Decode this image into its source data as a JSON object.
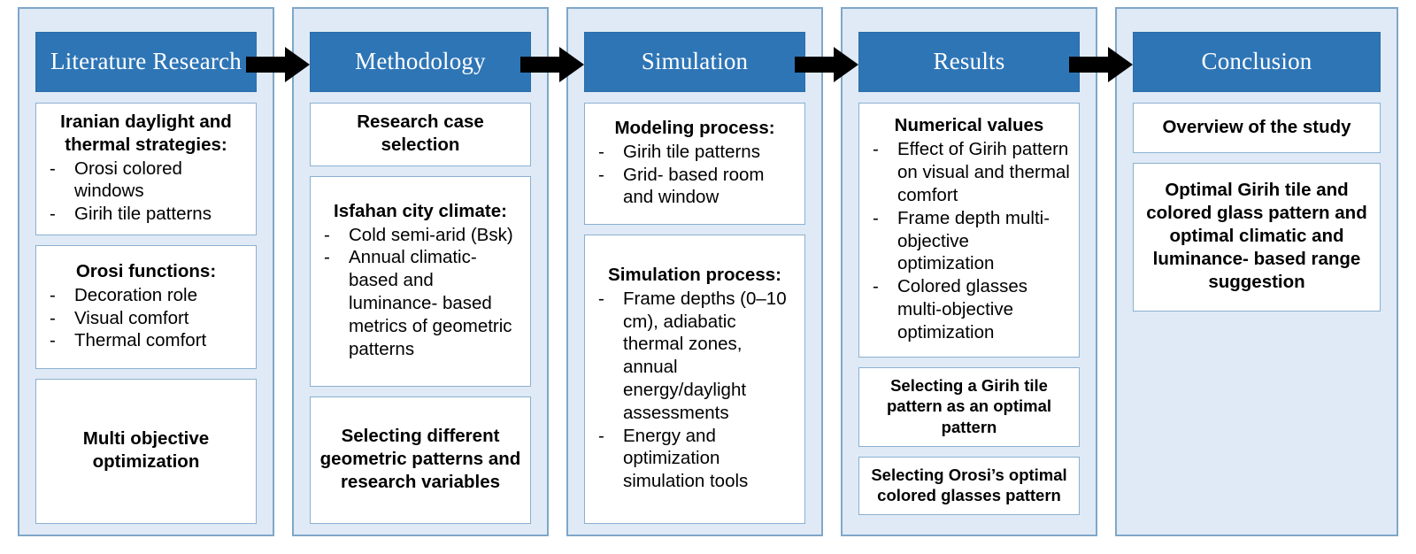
{
  "diagram": {
    "type": "process-flow",
    "title": "Research process flowchart",
    "colors": {
      "header_fill": "#2E75B6",
      "panel_fill": "#DFEAF6",
      "panel_border": "#7FA7C9",
      "card_border": "#8BB0D0",
      "card_fill": "#FFFFFF",
      "arrow": "#000000",
      "header_text": "#FFFFFF",
      "body_text": "#000000"
    },
    "arrow_icons": [
      "arrow-right-icon",
      "arrow-right-icon",
      "arrow-right-icon",
      "arrow-right-icon"
    ],
    "stages": [
      {
        "id": "literature-research",
        "header": "Literature Research",
        "cards": [
          {
            "title": "Iranian daylight and thermal strategies:",
            "items": [
              "Orosi colored windows",
              "Girih tile patterns"
            ]
          },
          {
            "title": "Orosi functions:",
            "items": [
              "Decoration role",
              "Visual comfort",
              "Thermal comfort"
            ]
          },
          {
            "title": "Multi objective optimization",
            "items": []
          }
        ]
      },
      {
        "id": "methodology",
        "header": "Methodology",
        "cards": [
          {
            "title": "Research case selection",
            "items": []
          },
          {
            "title": "Isfahan city climate:",
            "items": [
              "Cold semi-arid (Bsk)",
              "Annual climatic- based and luminance- based metrics of geometric patterns"
            ]
          },
          {
            "title": "Selecting different geometric patterns and research variables",
            "items": []
          }
        ]
      },
      {
        "id": "simulation",
        "header": "Simulation",
        "cards": [
          {
            "title": "Modeling process:",
            "items": [
              "Girih tile patterns",
              "Grid- based room and window"
            ]
          },
          {
            "title": "Simulation process:",
            "items": [
              "Frame depths (0–10 cm), adiabatic thermal zones, annual energy/daylight assessments",
              "Energy and optimization simulation tools"
            ]
          }
        ]
      },
      {
        "id": "results",
        "header": "Results",
        "cards": [
          {
            "title": "Numerical values",
            "items": [
              "Effect of Girih pattern on visual and thermal comfort",
              "Frame depth multi-objective optimization",
              "Colored glasses multi-objective optimization"
            ]
          },
          {
            "title": "Selecting a Girih tile pattern as an optimal pattern",
            "items": []
          },
          {
            "title": "Selecting Orosi’s optimal colored glasses pattern",
            "items": []
          }
        ]
      },
      {
        "id": "conclusion",
        "header": "Conclusion",
        "cards": [
          {
            "title": "Overview of the study",
            "items": []
          },
          {
            "title": "Optimal Girih tile and colored glass pattern and optimal climatic and luminance- based range suggestion",
            "items": []
          }
        ]
      }
    ]
  }
}
